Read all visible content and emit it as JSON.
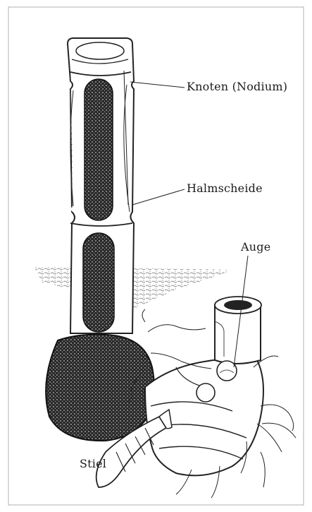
{
  "labels": {
    "knoten": "Knoten (Nodium)",
    "halmscheide": "Halmscheide",
    "auge": "Auge",
    "stiel": "Stiel"
  }
}
